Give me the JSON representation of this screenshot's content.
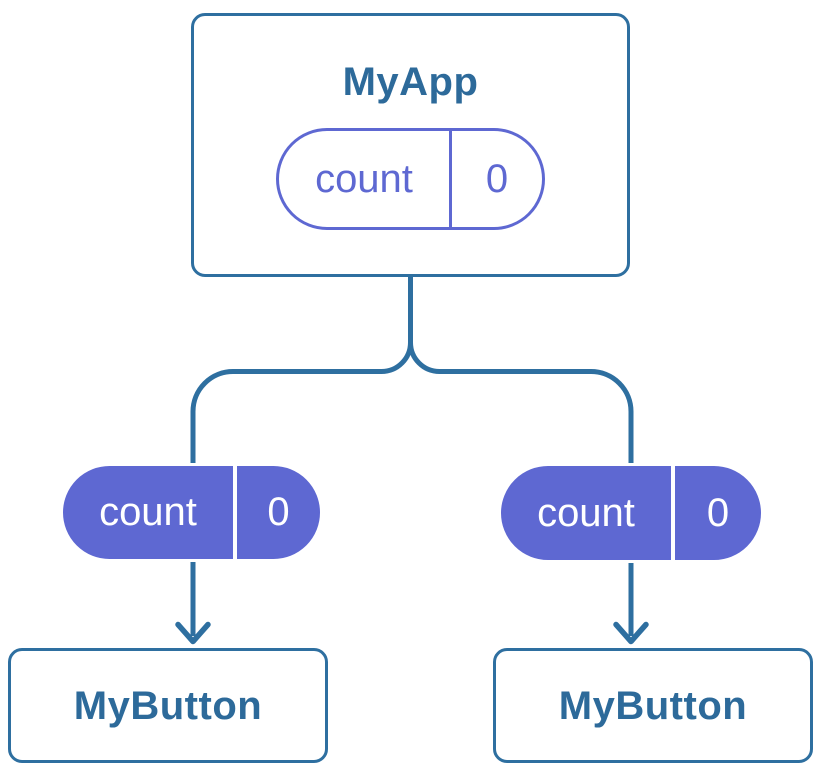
{
  "colors": {
    "line": "#2e6fa0",
    "text": "#2d6a9a",
    "purple": "#5e68d2",
    "white": "#ffffff"
  },
  "root": {
    "title": "MyApp",
    "prop": {
      "name": "count",
      "value": "0"
    }
  },
  "edges": {
    "left_prop": {
      "name": "count",
      "value": "0"
    },
    "right_prop": {
      "name": "count",
      "value": "0"
    }
  },
  "children": [
    {
      "title": "MyButton"
    },
    {
      "title": "MyButton"
    }
  ]
}
